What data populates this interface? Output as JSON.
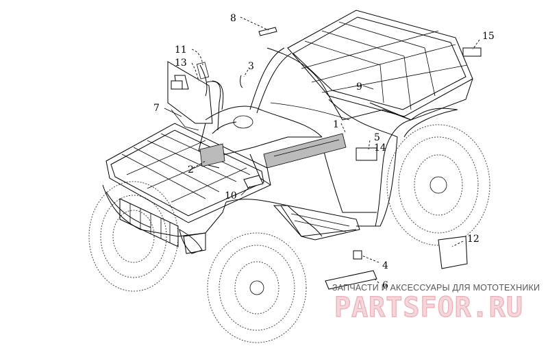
{
  "callouts": [
    {
      "id": "1",
      "label": "1"
    },
    {
      "id": "2",
      "label": "2"
    },
    {
      "id": "3",
      "label": "3"
    },
    {
      "id": "4",
      "label": "4"
    },
    {
      "id": "5",
      "label": "5"
    },
    {
      "id": "6",
      "label": "6"
    },
    {
      "id": "7",
      "label": "7"
    },
    {
      "id": "8",
      "label": "8"
    },
    {
      "id": "9",
      "label": "9"
    },
    {
      "id": "10",
      "label": "10"
    },
    {
      "id": "11",
      "label": "11"
    },
    {
      "id": "12",
      "label": "12"
    },
    {
      "id": "13",
      "label": "13"
    },
    {
      "id": "14",
      "label": "14"
    },
    {
      "id": "15",
      "label": "15"
    }
  ],
  "watermark": {
    "tagline": "ЗАПЧАСТИ И АКСЕССУАРЫ ДЛЯ МОТОТЕХНИКИ",
    "logo": "PARTSFOR.RU",
    "tagline_color": "#555555",
    "logo_color": "#e9aeb6"
  }
}
